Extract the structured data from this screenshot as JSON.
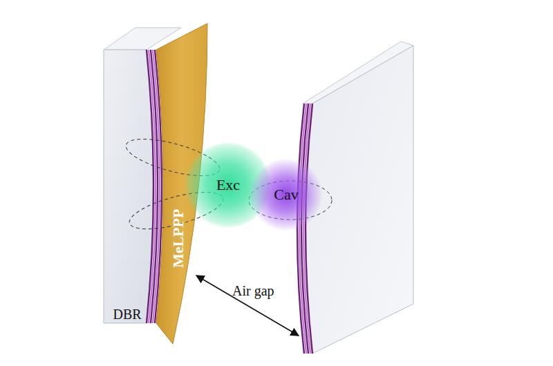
{
  "diagram": {
    "nodes": [
      {
        "text": [
          "Exc"
        ]
      },
      {
        "text": [
          "Cav"
        ]
      }
    ],
    "labels": [
      "MeLPPP",
      "DBR",
      "Air gap"
    ]
  }
}
